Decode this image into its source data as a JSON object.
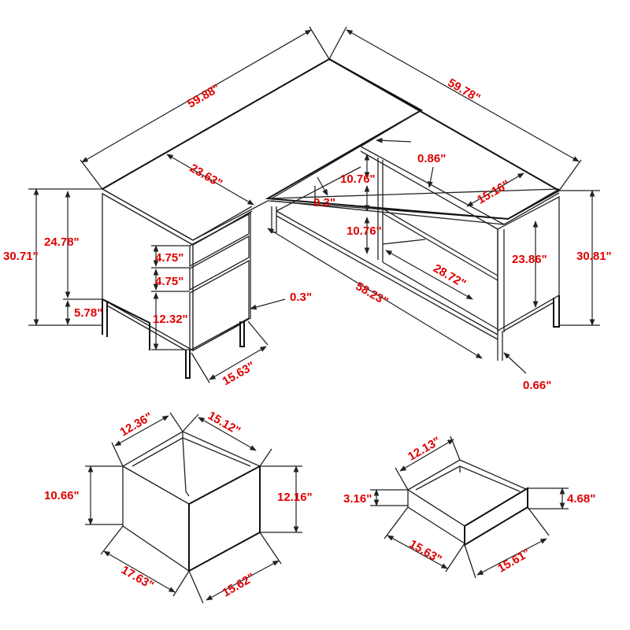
{
  "colors": {
    "label": "#e00000",
    "line": "#222222",
    "background": "#ffffff"
  },
  "desk": {
    "top_left_width": "59.88\"",
    "top_right_width": "59.78\"",
    "pedestal_depth": "23.63\"",
    "left_total_height": "30.71\"",
    "left_body_height": "24.78\"",
    "leg_height": "5.78\"",
    "drawer1_height": "4.75\"",
    "drawer2_height": "4.75\"",
    "file_drawer_height": "12.32\"",
    "drawer_gap": "0.3\"",
    "pedestal_width": "15.63\"",
    "shelf_top_height": "10.76\"",
    "shelf_mid_height": "10.76\"",
    "shelf_gap": "0.3\"",
    "top_thickness": "0.86\"",
    "right_depth": "15.16\"",
    "shelf_width": "28.72\"",
    "return_length": "58.23\"",
    "right_body_height": "23.86\"",
    "right_total_height": "30.81\"",
    "leg_width": "0.66\""
  },
  "file_drawer": {
    "top_depth": "12.36\"",
    "top_width": "15.12\"",
    "inner_height": "10.66\"",
    "front_height": "12.16\"",
    "bottom_depth": "17.63\"",
    "bottom_width": "15.62\""
  },
  "small_drawer": {
    "top_depth": "12.13\"",
    "inner_height": "3.16\"",
    "front_height": "4.68\"",
    "bottom_depth": "15.63\"",
    "bottom_width": "15.61\""
  }
}
